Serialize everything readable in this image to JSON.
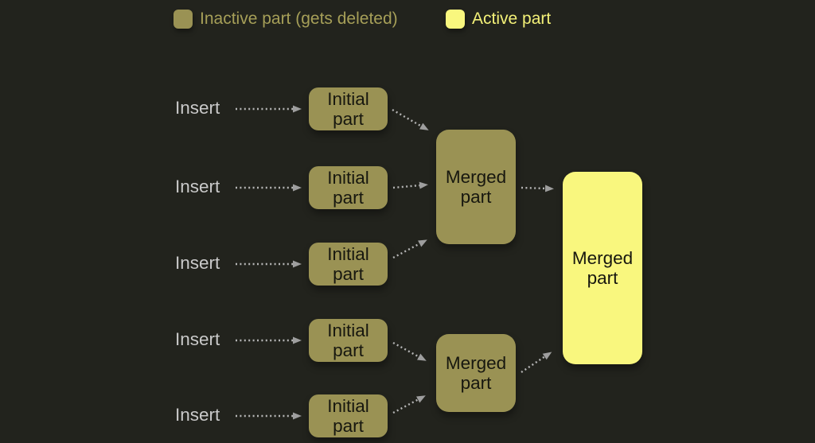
{
  "legend": {
    "items": [
      {
        "label": "Inactive part (gets deleted)",
        "state": "inactive"
      },
      {
        "label": "Active part",
        "state": "active"
      }
    ]
  },
  "colors": {
    "background": "#22231d",
    "inactive": "#9a9254",
    "active": "#f9f77e",
    "inactive-text": "#a69f58",
    "active-text": "#f4f178",
    "insert-text": "#c9c9c9",
    "node-text": "#17170f",
    "arrow": "#b5b5b5",
    "arrowhead": "#9e9e9e"
  },
  "diagram": {
    "rows": [
      {
        "insert_label": "Insert",
        "node_label": "Initial part"
      },
      {
        "insert_label": "Insert",
        "node_label": "Initial part"
      },
      {
        "insert_label": "Insert",
        "node_label": "Initial part"
      },
      {
        "insert_label": "Insert",
        "node_label": "Initial part"
      },
      {
        "insert_label": "Insert",
        "node_label": "Initial part"
      }
    ],
    "merged_nodes": [
      {
        "label": "Merged part",
        "state": "inactive"
      },
      {
        "label": "Merged part",
        "state": "inactive"
      },
      {
        "label": "Merged part",
        "state": "active"
      }
    ]
  }
}
